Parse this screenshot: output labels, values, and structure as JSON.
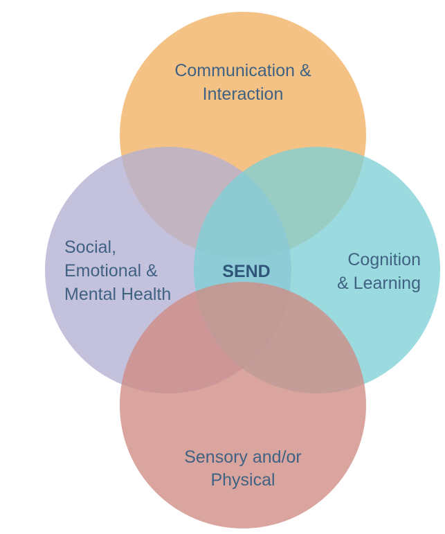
{
  "diagram": {
    "type": "venn",
    "center_label": "SEND",
    "text_color": "#3f6283",
    "center_text_color": "#2f5579",
    "sets": [
      {
        "id": "communication",
        "position": "top",
        "lines": [
          "Communication &",
          "Interaction"
        ],
        "color": "#f5c285"
      },
      {
        "id": "social",
        "position": "left",
        "lines": [
          "Social,",
          "Emotional &",
          "Mental Health"
        ],
        "color": "#b3afd2"
      },
      {
        "id": "cognition",
        "position": "right",
        "lines": [
          "Cognition",
          "& Learning"
        ],
        "color": "#7fcfd6"
      },
      {
        "id": "sensory",
        "position": "bottom",
        "lines": [
          "Sensory and/or",
          "Physical"
        ],
        "color": "#cf8c84"
      }
    ]
  }
}
